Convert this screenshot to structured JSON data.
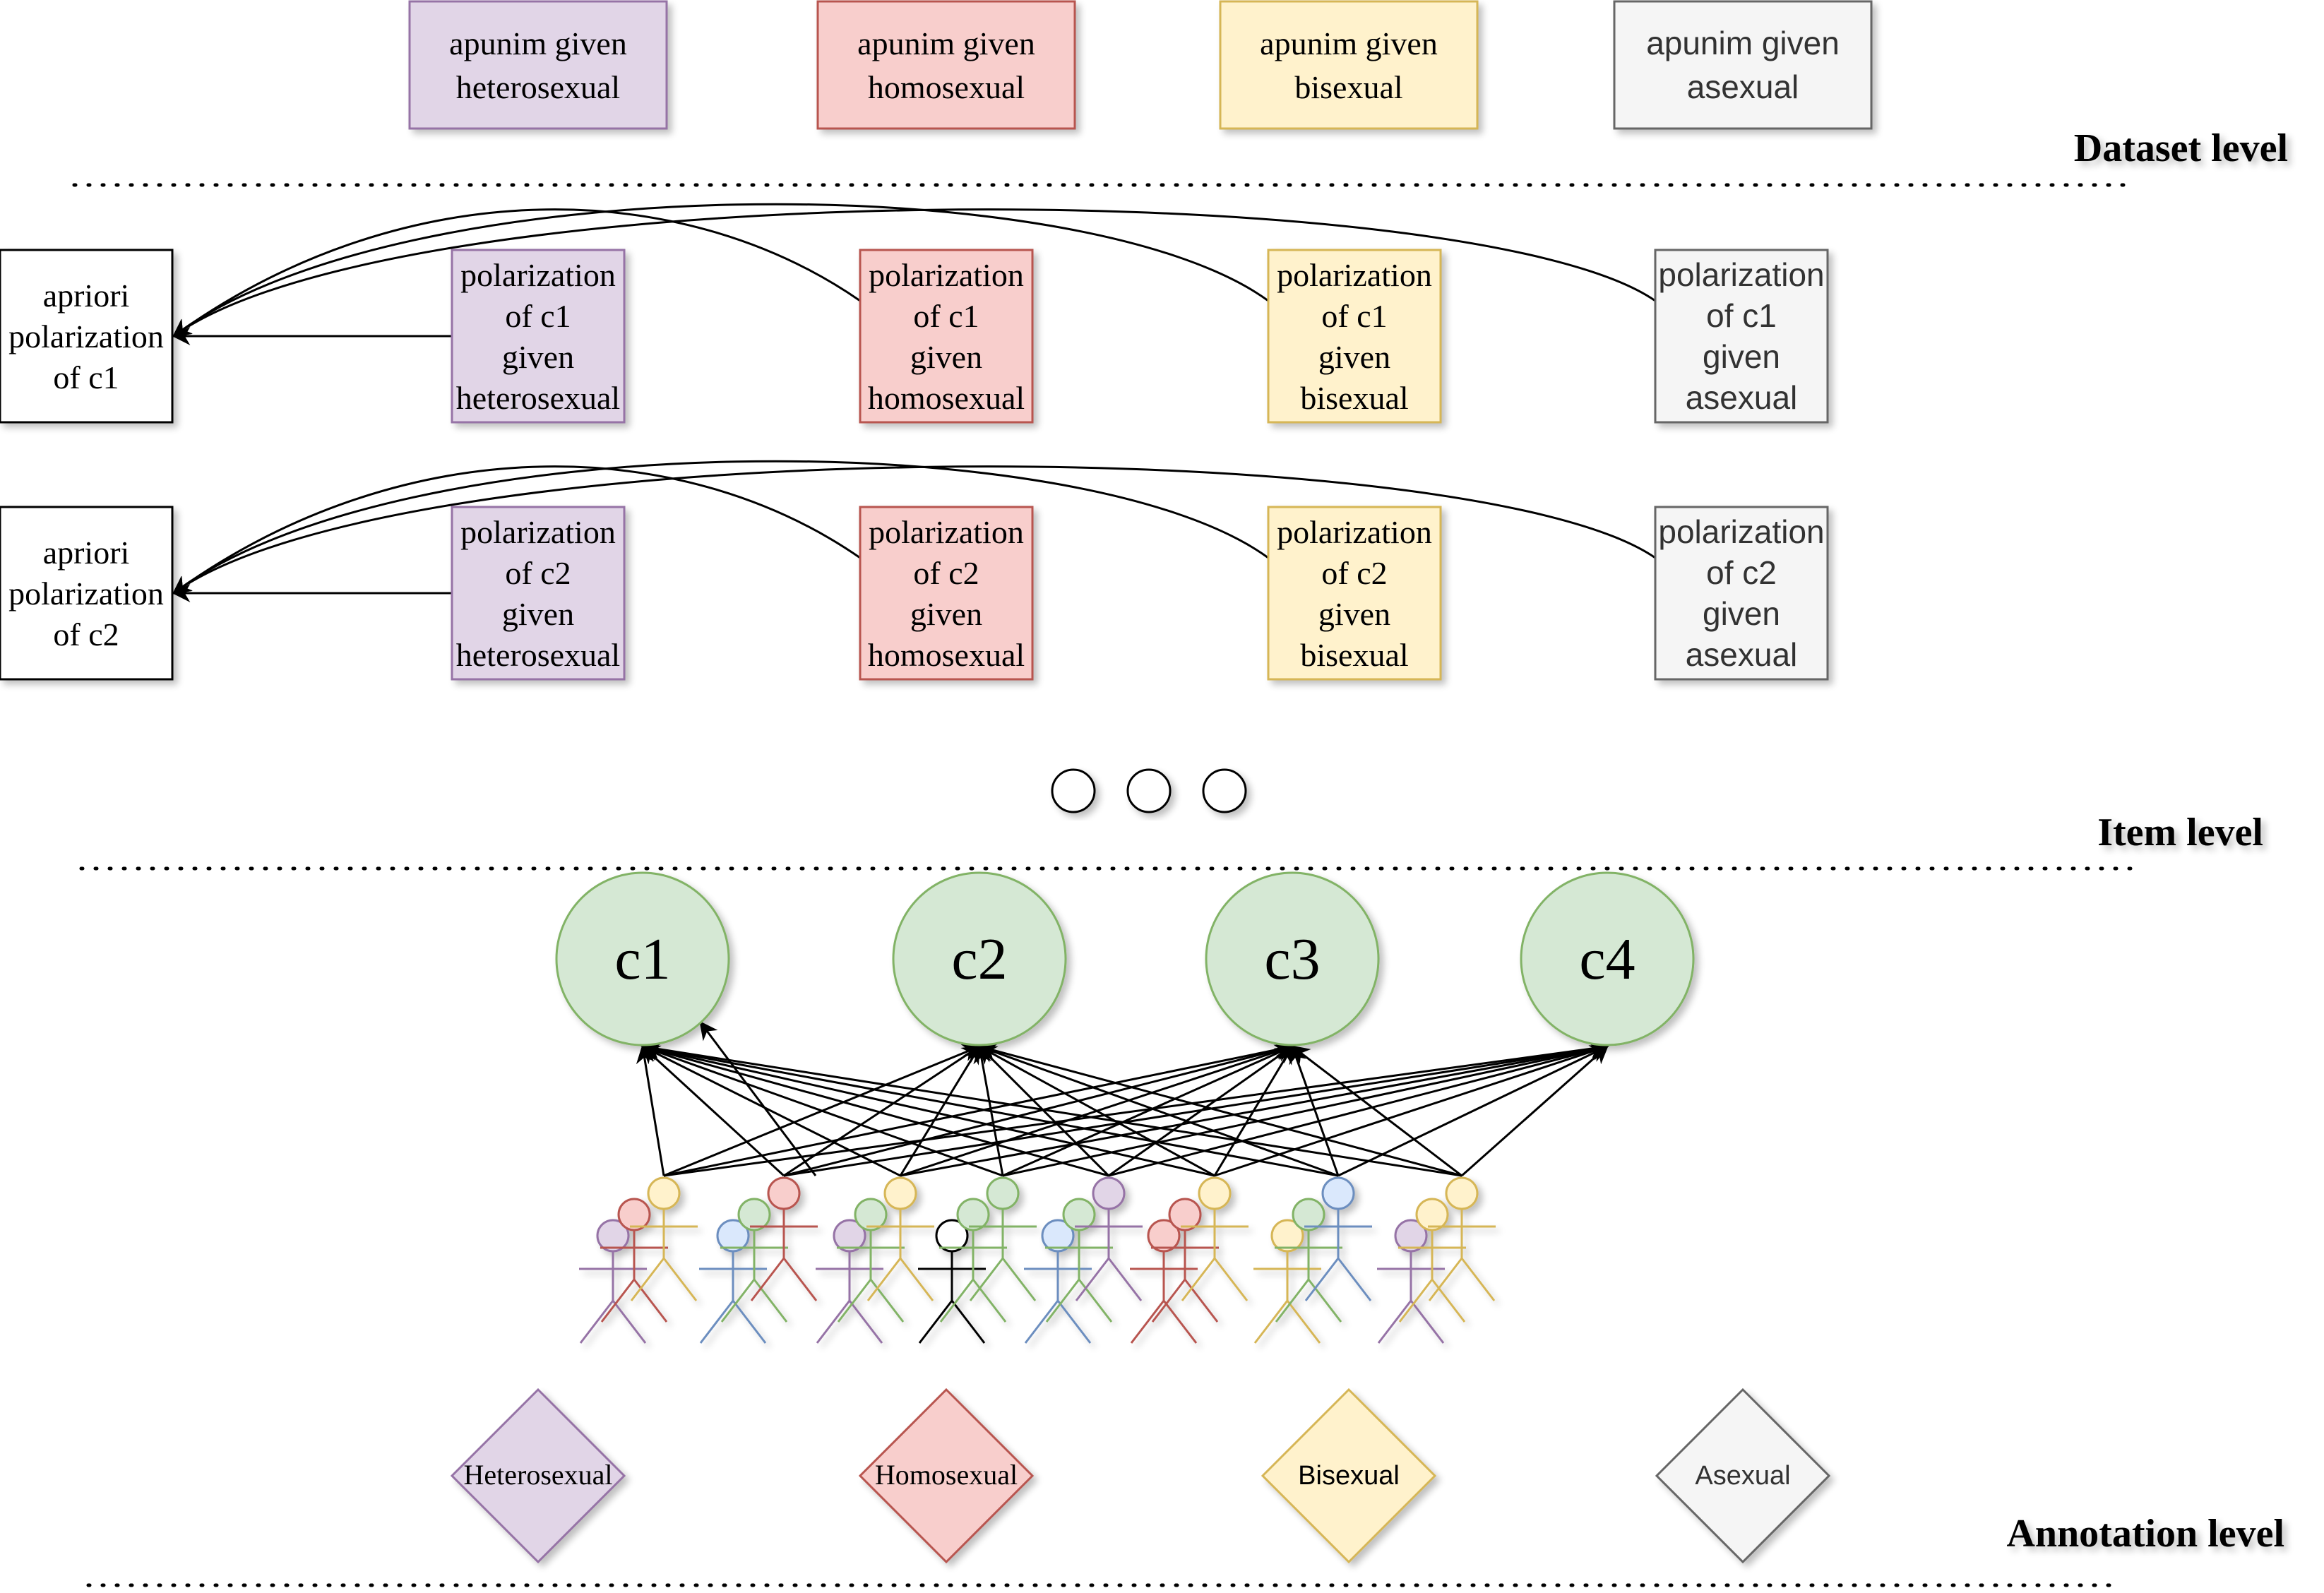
{
  "colors": {
    "purple_fill": "#e1d5e7",
    "purple_stroke": "#9673a6",
    "red_fill": "#f8cecc",
    "red_stroke": "#b85450",
    "yellow_fill": "#fff2cc",
    "yellow_stroke": "#d6b656",
    "gray_fill": "#f5f5f5",
    "gray_stroke": "#666666",
    "green_fill": "#d5e8d4",
    "green_stroke": "#82b366",
    "blue_fill": "#dae8fc",
    "blue_stroke": "#6c8ebf",
    "white_fill": "#ffffff",
    "dark_stroke": "#000000"
  },
  "levels": {
    "dataset": "Dataset level",
    "item": "Item level",
    "annotation": "Annotation level"
  },
  "dataset_boxes": [
    {
      "lines": [
        "apunim given",
        "heterosexual"
      ],
      "color": "purple"
    },
    {
      "lines": [
        "apunim given",
        "homosexual"
      ],
      "color": "red"
    },
    {
      "lines": [
        "apunim given",
        "bisexual"
      ],
      "color": "yellow"
    },
    {
      "lines": [
        "apunim given",
        "asexual"
      ],
      "color": "gray"
    }
  ],
  "item_rows": [
    {
      "apriori": [
        "apriori",
        "polarization",
        "of c1"
      ],
      "boxes": [
        {
          "lines": [
            "polarization",
            "of c1",
            "given",
            "heterosexual"
          ],
          "color": "purple"
        },
        {
          "lines": [
            "polarization",
            "of c1",
            "given",
            "homosexual"
          ],
          "color": "red"
        },
        {
          "lines": [
            "polarization",
            "of c1",
            "given",
            "bisexual"
          ],
          "color": "yellow"
        },
        {
          "lines": [
            "polarization",
            "of c1",
            "given",
            "asexual"
          ],
          "color": "gray"
        }
      ]
    },
    {
      "apriori": [
        "apriori",
        "polarization",
        "of c2"
      ],
      "boxes": [
        {
          "lines": [
            "polarization",
            "of c2",
            "given",
            "heterosexual"
          ],
          "color": "purple"
        },
        {
          "lines": [
            "polarization",
            "of c2",
            "given",
            "homosexual"
          ],
          "color": "red"
        },
        {
          "lines": [
            "polarization",
            "of c2",
            "given",
            "bisexual"
          ],
          "color": "yellow"
        },
        {
          "lines": [
            "polarization",
            "of c2",
            "given",
            "asexual"
          ],
          "color": "gray"
        }
      ]
    }
  ],
  "comments": [
    "c1",
    "c2",
    "c3",
    "c4"
  ],
  "annotator_groups": [
    [
      "purple",
      "red",
      "yellow"
    ],
    [
      "blue",
      "green",
      "red"
    ],
    [
      "purple",
      "green",
      "yellow"
    ],
    [
      "white",
      "green",
      "green"
    ],
    [
      "blue",
      "green",
      "purple"
    ],
    [
      "red",
      "red",
      "yellow"
    ],
    [
      "yellow",
      "green",
      "blue"
    ],
    [
      "purple",
      "yellow",
      "yellow"
    ]
  ],
  "group_targets": [
    [
      1,
      2,
      3,
      4
    ],
    [
      1,
      2,
      3,
      4
    ],
    [
      1,
      2,
      3,
      4
    ],
    [
      1,
      2,
      3,
      4
    ],
    [
      1,
      2,
      3,
      4
    ],
    [
      1,
      2,
      3,
      4
    ],
    [
      1,
      2,
      3,
      4
    ],
    [
      1,
      2,
      3,
      4
    ]
  ],
  "categories": [
    {
      "label": "Heterosexual",
      "color": "purple"
    },
    {
      "label": "Homosexual",
      "color": "red"
    },
    {
      "label": "Bisexual",
      "color": "yellow"
    },
    {
      "label": "Asexual",
      "color": "gray"
    }
  ]
}
